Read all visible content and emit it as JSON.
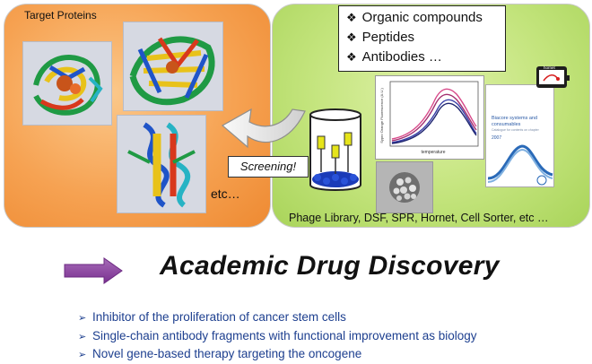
{
  "target": {
    "title": "Target Proteins",
    "etc": "etc…"
  },
  "compounds": {
    "marker": "❖",
    "items": [
      "Organic compounds",
      "Peptides",
      "Antibodies …"
    ]
  },
  "screening": {
    "label": "Screening!"
  },
  "methods": {
    "label": "Phage Library, DSF, SPR, Hornet, Cell Sorter, etc …"
  },
  "chart_axes": {
    "ylabel": "Sypro Orange Fluorescence (A.U.)",
    "xlabel": "temperature"
  },
  "biacore": {
    "title": "Biacore systems and consumables",
    "subtitle": "Catalogue for contents on chapter",
    "year": "2007"
  },
  "device": {
    "label": "hornet"
  },
  "main": {
    "title": "Academic Drug Discovery"
  },
  "bullets": {
    "marker": "➢",
    "items": [
      "Inhibitor of the proliferation of cancer stem cells",
      "Single-chain antibody fragments with functional improvement as biology",
      "Novel gene-based therapy targeting the oncogene"
    ]
  },
  "colors": {
    "left_panel": "#f6a252",
    "right_panel": "#c3e47c",
    "arrow": "#8a3e9c",
    "bullet_text": "#1d3f8f"
  }
}
